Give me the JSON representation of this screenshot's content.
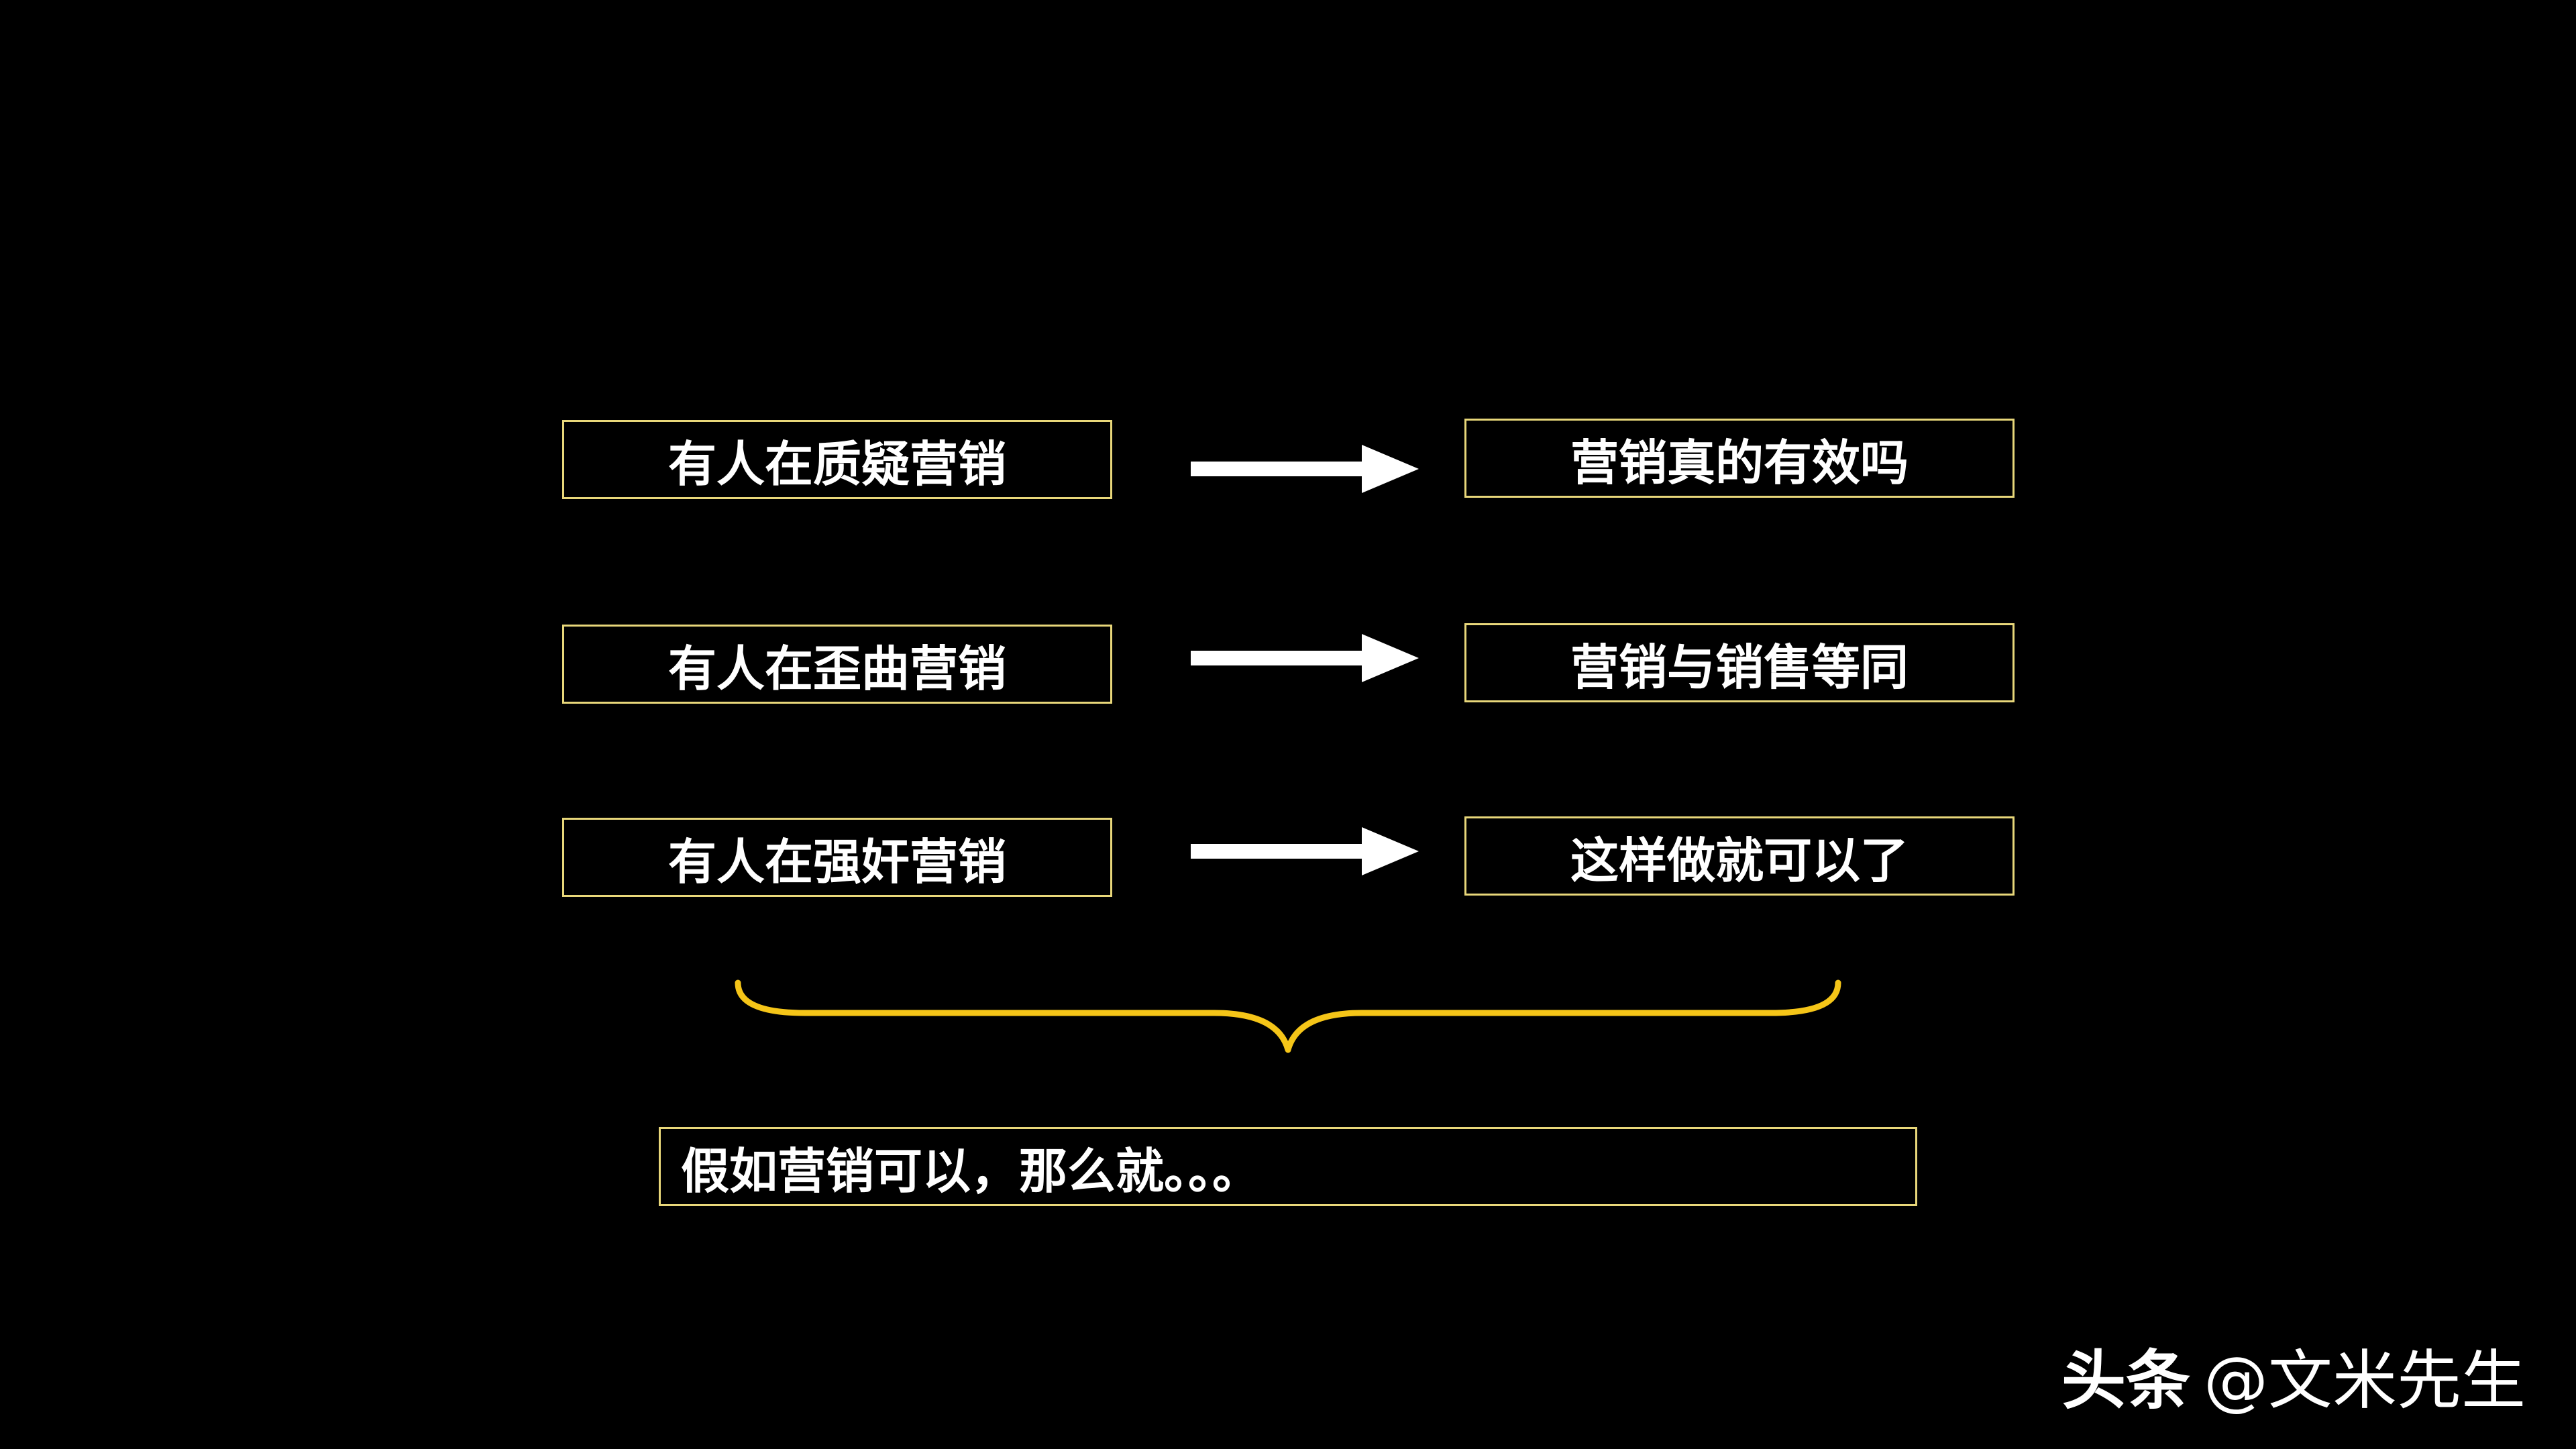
{
  "rows": [
    {
      "left": "有人在质疑营销",
      "right": "营销真的有效吗"
    },
    {
      "left": "有人在歪曲营销",
      "right": "营销与销售等同"
    },
    {
      "left": "有人在强奸营销",
      "right": "这样做就可以了"
    }
  ],
  "summary": "假如营销可以，那么就。。。",
  "watermark": {
    "brand": "头条",
    "handle": "@文米先生"
  },
  "colors": {
    "background": "#000000",
    "box_border": "#e8d77a",
    "brace": "#f5c518",
    "arrow": "#ffffff",
    "text": "#ffffff"
  }
}
